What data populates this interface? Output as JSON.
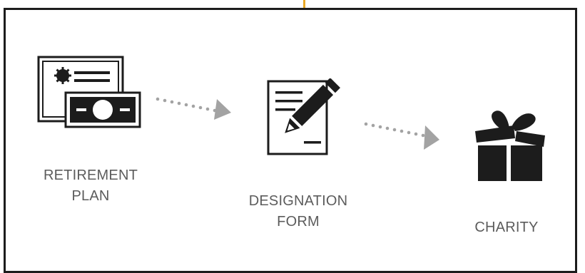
{
  "steps": [
    {
      "icon": "certificate-icon",
      "label_lines": [
        "RETIREMENT",
        "PLAN"
      ]
    },
    {
      "icon": "form-pen-icon",
      "label_lines": [
        "DESIGNATION",
        "FORM"
      ]
    },
    {
      "icon": "gift-icon",
      "label_lines": [
        "CHARITY"
      ]
    }
  ],
  "arrows": [
    "dotted-arrow-icon",
    "dotted-arrow-icon"
  ],
  "colors": {
    "frame": "#1c1c1c",
    "icon": "#1c1c1c",
    "arrow": "#a3a3a3",
    "label_text": "#5c5c5c",
    "accent_tick": "#e9a825"
  }
}
